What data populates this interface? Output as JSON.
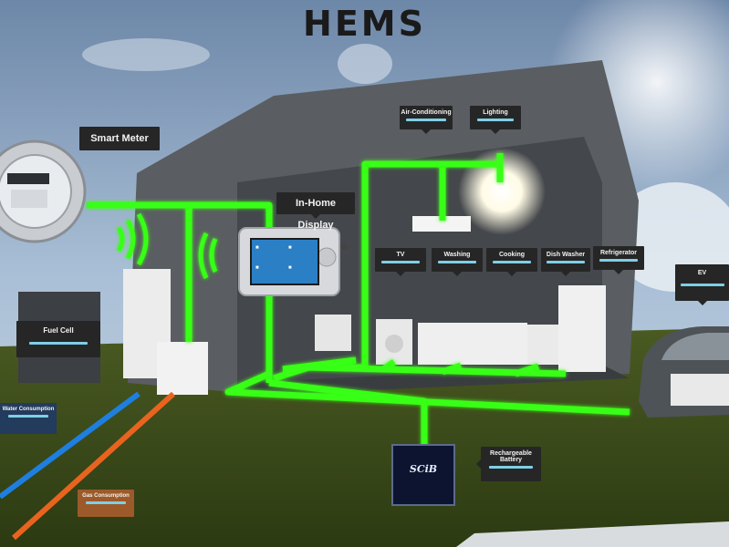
{
  "title": "HEMS",
  "labels": {
    "smart_meter": "Smart Meter",
    "in_home_display": "In-Home Display",
    "air_conditioning": "Air-Conditioning",
    "lighting": "Lighting",
    "tv": "TV",
    "washing": "Washing",
    "cooking": "Cooking",
    "dish_washer": "Dish Washer",
    "refrigerator": "Refrigerator",
    "ev": "EV",
    "fuel_cell": "Fuel Cell",
    "water_consumption": "Water Consumption",
    "gas_consumption": "Gas Consumption",
    "rechargeable_battery": "Rechargeable Battery",
    "battery_brand": "SCiB"
  },
  "colors": {
    "wire": "#39ff14",
    "water_line": "#1e7fe0",
    "gas_line": "#e8641e",
    "house": "#55585c",
    "tag": "#262626",
    "tag_bar": "#7ecfe6"
  },
  "icons": {
    "meter": "meter-icon",
    "signal": "wireless-signal-icon",
    "light": "light-glow-icon"
  }
}
